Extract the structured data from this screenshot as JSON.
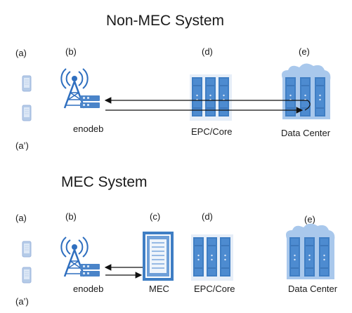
{
  "sections": {
    "non_mec": {
      "title": "Non-MEC System",
      "labels": {
        "a": "(a)",
        "a_prime": "(a’)",
        "b": "(b)",
        "d": "(d)",
        "e": "(e)"
      },
      "captions": {
        "enodeb": "enodeb",
        "core": "EPC/Core",
        "datacenter": "Data Center"
      }
    },
    "mec": {
      "title": "MEC System",
      "labels": {
        "a": "(a)",
        "a_prime": "(a’)",
        "b": "(b)",
        "c": "(c)",
        "d": "(d)",
        "e": "(e)"
      },
      "captions": {
        "enodeb": "enodeb",
        "mec": "MEC",
        "core": "EPC/Core",
        "datacenter": "Data Center"
      }
    }
  },
  "colors": {
    "server_blue": "#3f7ec4",
    "server_light": "#a9c8ec",
    "device": "#b5cbe8",
    "text": "#1a1a1a",
    "arrow": "#111111"
  }
}
